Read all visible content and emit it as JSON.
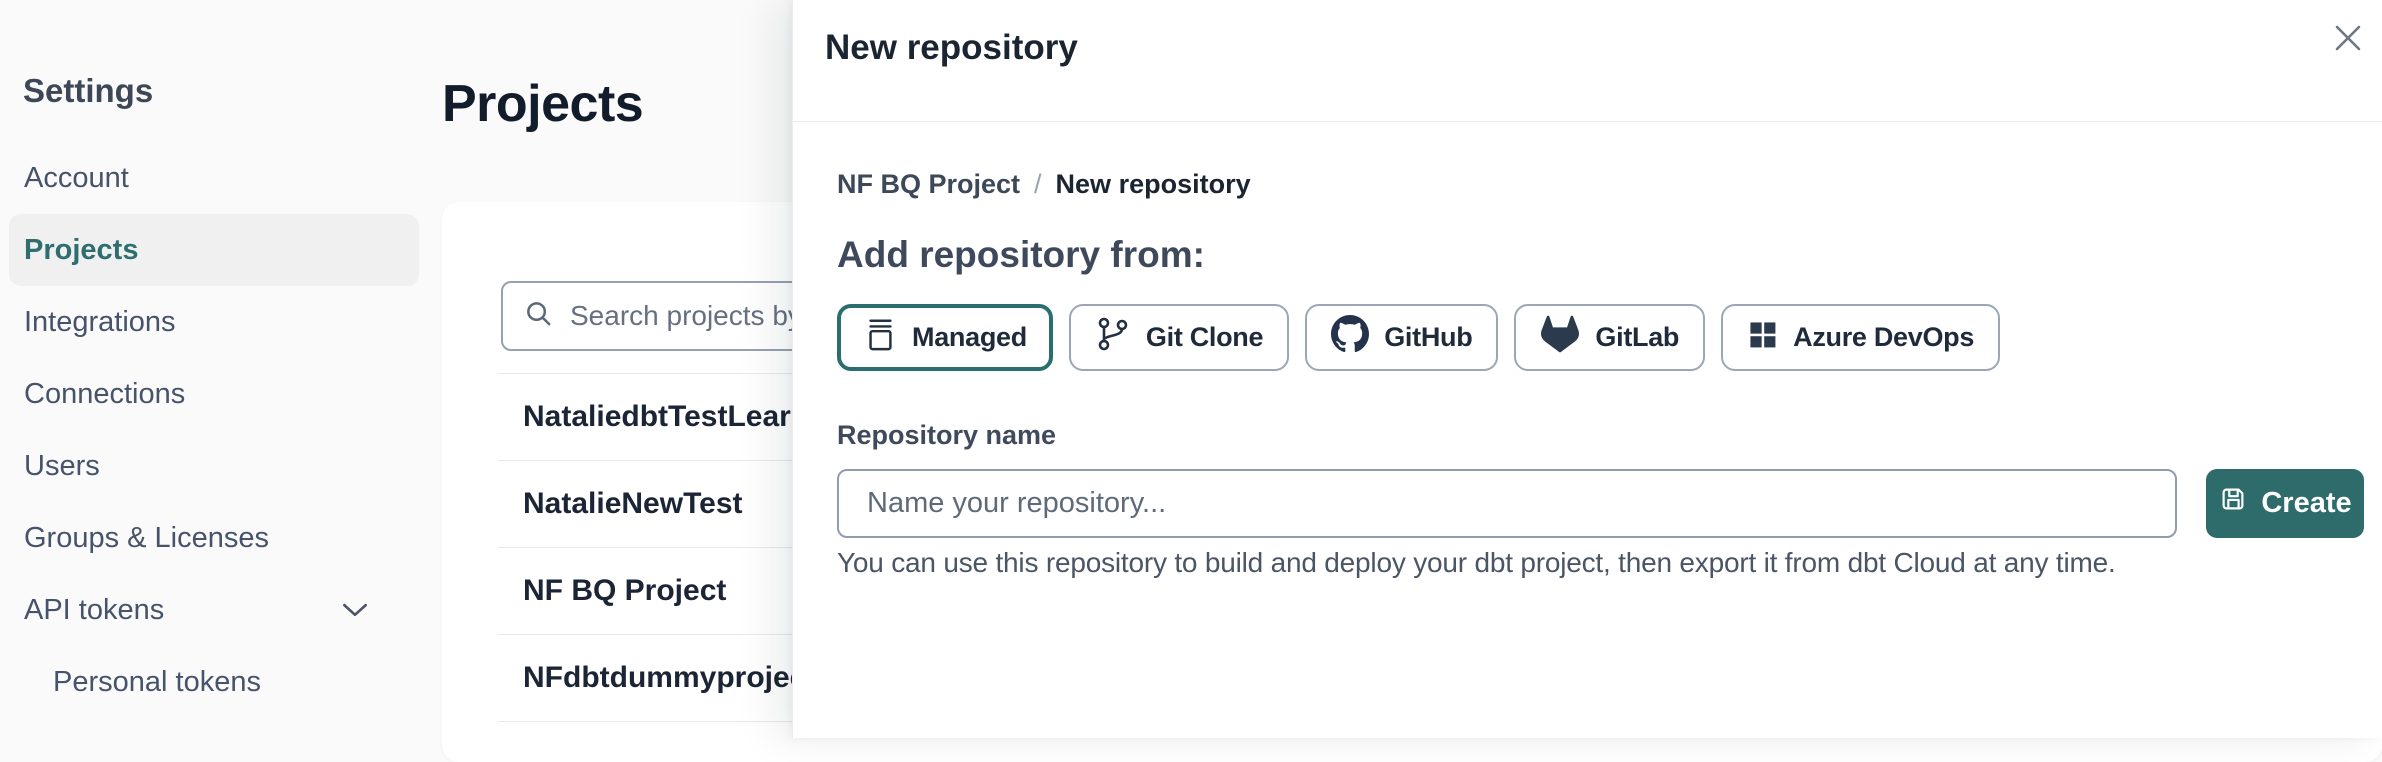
{
  "colors": {
    "accent_teal": "#2e6c6c",
    "dark_navy": "#1b2532",
    "slate": "#3e4a5c",
    "page_background": "#fafafa"
  },
  "sidebar": {
    "title": "Settings",
    "items": [
      {
        "label": "Account"
      },
      {
        "label": "Projects",
        "active": true
      },
      {
        "label": "Integrations"
      },
      {
        "label": "Connections"
      },
      {
        "label": "Users"
      },
      {
        "label": "Groups & Licenses"
      },
      {
        "label": "API tokens",
        "chevron": "chevron-down-icon"
      },
      {
        "label": "Personal tokens",
        "indent": true
      }
    ]
  },
  "main": {
    "title": "Projects",
    "search": {
      "placeholder": "Search projects by name",
      "icon": "search-icon"
    },
    "projects": [
      {
        "name": "NataliedbtTestLearn T"
      },
      {
        "name": "NatalieNewTest"
      },
      {
        "name": "NF BQ Project"
      },
      {
        "name": "NFdbtdummyproject"
      }
    ]
  },
  "modal": {
    "title": "New repository",
    "close_icon": "close-icon",
    "breadcrumb": {
      "parent": "NF BQ Project",
      "separator": "/",
      "current": "New repository"
    },
    "heading": "Add repository from:",
    "source_options": [
      {
        "label": "Managed",
        "icon": "managed-repo-icon",
        "selected": true
      },
      {
        "label": "Git Clone",
        "icon": "git-branch-icon",
        "selected": false
      },
      {
        "label": "GitHub",
        "icon": "github-icon",
        "selected": false
      },
      {
        "label": "GitLab",
        "icon": "gitlab-icon",
        "selected": false
      },
      {
        "label": "Azure DevOps",
        "icon": "azure-devops-icon",
        "selected": false
      }
    ],
    "form": {
      "label": "Repository name",
      "input_value": "",
      "input_placeholder": "Name your repository...",
      "create_button": {
        "label": "Create",
        "icon": "save-icon"
      }
    },
    "hint": "You can use this repository to build and deploy your dbt project, then export it from dbt Cloud at any time."
  }
}
